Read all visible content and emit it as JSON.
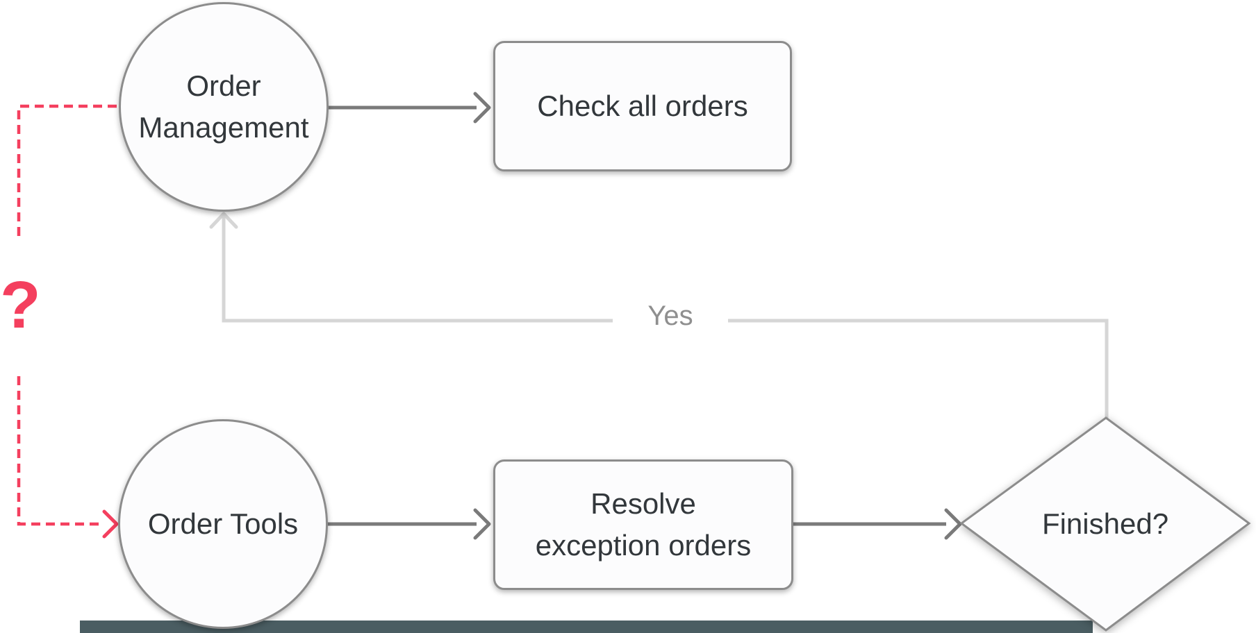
{
  "nodes": {
    "order_management": {
      "shape": "circle",
      "line1": "Order",
      "line2": "Management"
    },
    "check_all_orders": {
      "shape": "rounded-rect",
      "label": "Check all orders"
    },
    "order_tools": {
      "shape": "circle",
      "label": "Order Tools"
    },
    "resolve_exception_orders": {
      "shape": "rounded-rect",
      "line1": "Resolve",
      "line2": "exception orders"
    },
    "finished": {
      "shape": "diamond",
      "label": "Finished?"
    }
  },
  "edges": [
    {
      "from": "order_management",
      "to": "check_all_orders",
      "style": "solid",
      "color": "#7A7A7A"
    },
    {
      "from": "order_tools",
      "to": "resolve_exception_orders",
      "style": "solid",
      "color": "#7A7A7A"
    },
    {
      "from": "resolve_exception_orders",
      "to": "finished",
      "style": "solid",
      "color": "#7A7A7A"
    },
    {
      "from": "finished",
      "to": "order_management",
      "label": "Yes",
      "style": "solid",
      "color": "#D6D6D6"
    },
    {
      "from": "order_management",
      "to": "order_tools",
      "label": "?",
      "style": "dashed",
      "color": "#F43F5E"
    }
  ],
  "colors": {
    "background": "#FFFFFF",
    "node_fill": "#FCFCFD",
    "node_border": "#8C8C8C",
    "node_text": "#32373B",
    "flow_arrow": "#7A7A7A",
    "feedback_line": "#D6D6D6",
    "edge_label_text": "#8F8F8F",
    "accent_red": "#F43F5E",
    "bottom_bar": "#4A5D62"
  }
}
